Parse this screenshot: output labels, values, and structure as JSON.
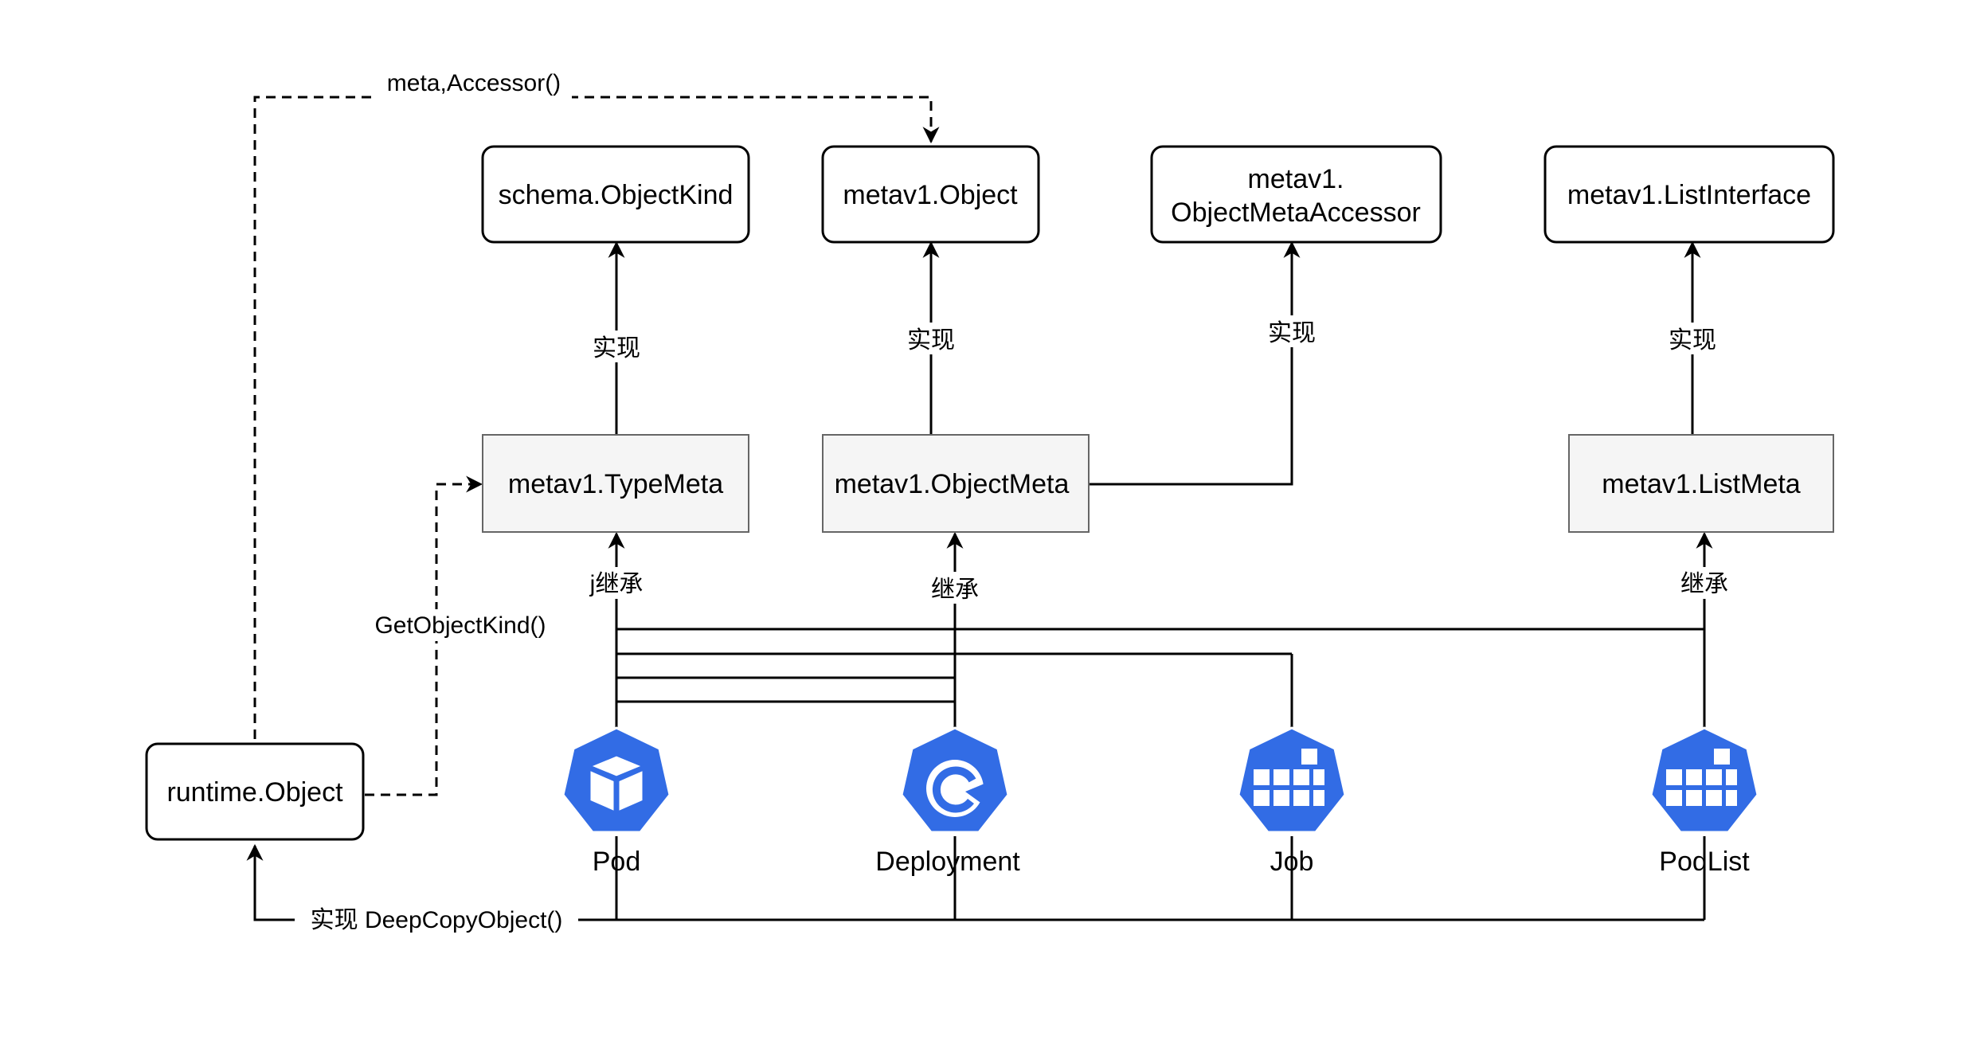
{
  "interfaces": {
    "object_kind": "schema.ObjectKind",
    "object": "metav1.Object",
    "object_meta_accessor_line1": "metav1.",
    "object_meta_accessor_line2": "ObjectMetaAccessor",
    "list_interface": "metav1.ListInterface"
  },
  "meta_types": {
    "type_meta": "metav1.TypeMeta",
    "object_meta": "metav1.ObjectMeta",
    "list_meta": "metav1.ListMeta"
  },
  "runtime_object": "runtime.Object",
  "resources": [
    {
      "label": "Pod",
      "icon": "cube-icon"
    },
    {
      "label": "Deployment",
      "icon": "refresh-icon"
    },
    {
      "label": "Job",
      "icon": "grid-icon"
    },
    {
      "label": "PodList",
      "icon": "grid-icon"
    }
  ],
  "edge_labels": {
    "implements": "实现",
    "inherits": "继承",
    "inherits_typemeta": "j继承",
    "meta_accessor": "meta,Accessor()",
    "get_object_kind": "GetObjectKind()",
    "deep_copy": "实现 DeepCopyObject()"
  },
  "colors": {
    "kube_blue": "#326ce5",
    "meta_fill": "#f5f5f5",
    "line": "#000000"
  }
}
